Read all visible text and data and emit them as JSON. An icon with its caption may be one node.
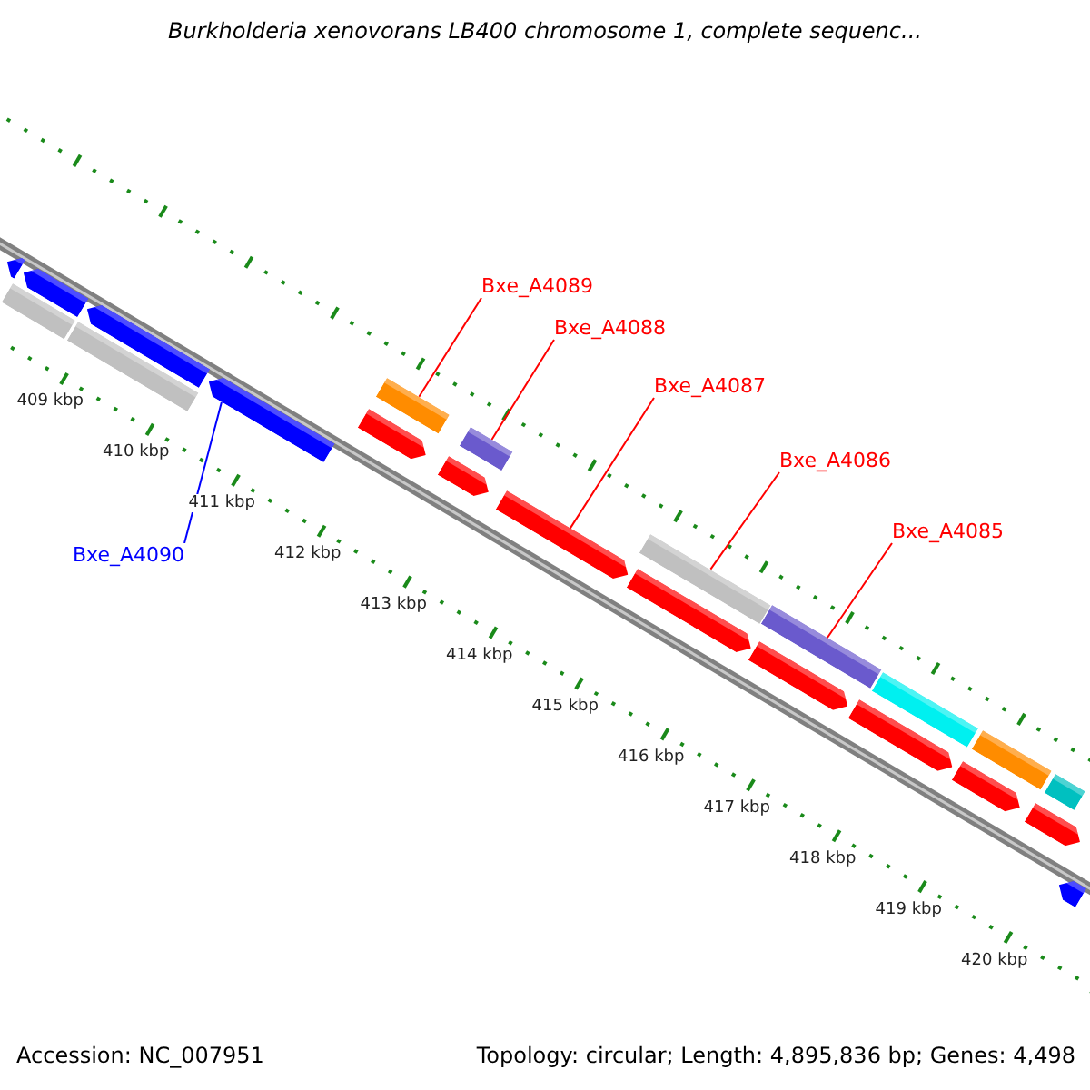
{
  "diagram": {
    "title": "Burkholderia xenovorans LB400 chromosome 1, complete sequenc...",
    "nodes": [
      {
        "text": [
          "Bxe_A4089"
        ]
      },
      {
        "text": [
          "Bxe_A4088"
        ]
      },
      {
        "text": [
          "Bxe_A4087"
        ]
      },
      {
        "text": [
          "Bxe_A4086"
        ]
      },
      {
        "text": [
          "Bxe_A4085"
        ]
      },
      {
        "text": [
          "Bxe_A4090"
        ]
      },
      {
        "text": [],
        "shape": "pentagon"
      },
      {
        "text": [],
        "shape": "bar"
      },
      {
        "text": [],
        "shape": "pentagon"
      },
      {
        "text": [],
        "shape": "pentagon"
      },
      {
        "text": [],
        "shape": "bar"
      },
      {
        "text": [],
        "shape": "pentagon"
      },
      {
        "text": [],
        "shape": "pentagon"
      },
      {
        "text": [],
        "shape": "bar"
      },
      {
        "text": [],
        "shape": "pentagon"
      },
      {
        "text": [],
        "shape": "bar"
      },
      {
        "text": [],
        "shape": "pentagon"
      },
      {
        "text": [],
        "shape": "pentagon"
      },
      {
        "text": [],
        "shape": "bar"
      },
      {
        "text": [],
        "shape": "bar"
      },
      {
        "text": [],
        "shape": "pentagon"
      },
      {
        "text": [],
        "shape": "pentagon"
      },
      {
        "text": [],
        "shape": "bar"
      },
      {
        "text": [],
        "shape": "pentagon"
      },
      {
        "text": [],
        "shape": "bar"
      },
      {
        "text": [],
        "shape": "pentagon"
      },
      {
        "text": [],
        "shape": "bar"
      },
      {
        "text": [],
        "shape": "pentagon"
      }
    ],
    "edges": [
      {
        "from": 0,
        "to": 13,
        "arrow": "none"
      },
      {
        "from": 1,
        "to": 15,
        "arrow": "none"
      },
      {
        "from": 2,
        "to": 16,
        "arrow": "none"
      },
      {
        "from": 3,
        "to": 18,
        "arrow": "none"
      },
      {
        "from": 4,
        "to": 19,
        "arrow": "none"
      },
      {
        "from": 5,
        "to": 11,
        "arrow": "none",
        "color": "#0000ff"
      }
    ],
    "labels": [
      "409 kbp",
      "410 kbp",
      "411 kbp",
      "412 kbp",
      "413 kbp",
      "414 kbp",
      "415 kbp",
      "416 kbp",
      "417 kbp",
      "418 kbp",
      "419 kbp",
      "420 kbp",
      "Accession: NC_007951",
      "Topology: circular; Length: 4,895,836 bp; Genes: 4,498"
    ]
  }
}
